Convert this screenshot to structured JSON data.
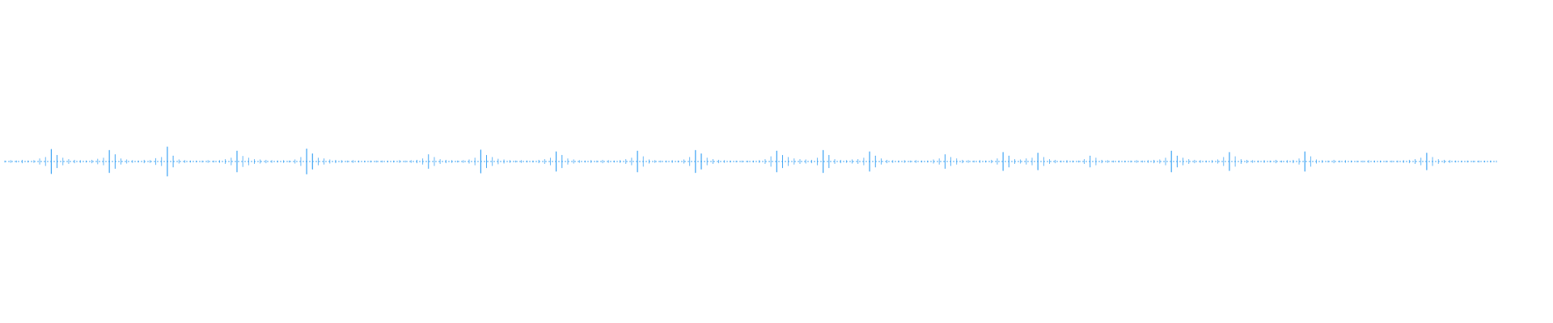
{
  "waveform": {
    "color": "#2196f3",
    "amplitude_series": [
      0.02,
      0.03,
      0.02,
      0.04,
      0.02,
      0.03,
      0.08,
      0.12,
      0.35,
      0.18,
      0.1,
      0.06,
      0.04,
      0.03,
      0.02,
      0.04,
      0.07,
      0.1,
      0.32,
      0.2,
      0.08,
      0.05,
      0.03,
      0.02,
      0.04,
      0.03,
      0.09,
      0.12,
      0.42,
      0.16,
      0.05,
      0.03,
      0.02,
      0.01,
      0.02,
      0.03,
      0.02,
      0.03,
      0.06,
      0.1,
      0.3,
      0.15,
      0.1,
      0.06,
      0.05,
      0.04,
      0.03,
      0.02,
      0.03,
      0.02,
      0.05,
      0.12,
      0.36,
      0.22,
      0.1,
      0.08,
      0.05,
      0.04,
      0.03,
      0.02,
      0.03,
      0.02,
      0.01,
      0.02,
      0.02,
      0.02,
      0.01,
      0.02,
      0.03,
      0.02,
      0.03,
      0.04,
      0.08,
      0.2,
      0.12,
      0.06,
      0.04,
      0.03,
      0.02,
      0.03,
      0.05,
      0.1,
      0.33,
      0.18,
      0.12,
      0.07,
      0.05,
      0.03,
      0.02,
      0.03,
      0.02,
      0.02,
      0.04,
      0.06,
      0.1,
      0.28,
      0.18,
      0.08,
      0.05,
      0.03,
      0.02,
      0.03,
      0.02,
      0.04,
      0.03,
      0.02,
      0.03,
      0.06,
      0.1,
      0.3,
      0.14,
      0.05,
      0.03,
      0.02,
      0.02,
      0.03,
      0.02,
      0.05,
      0.12,
      0.32,
      0.22,
      0.1,
      0.06,
      0.04,
      0.03,
      0.02,
      0.01,
      0.02,
      0.01,
      0.02,
      0.03,
      0.06,
      0.14,
      0.3,
      0.18,
      0.12,
      0.08,
      0.06,
      0.05,
      0.04,
      0.1,
      0.32,
      0.18,
      0.06,
      0.04,
      0.03,
      0.05,
      0.06,
      0.1,
      0.28,
      0.16,
      0.08,
      0.04,
      0.03,
      0.02,
      0.03,
      0.02,
      0.03,
      0.02,
      0.02,
      0.05,
      0.08,
      0.2,
      0.12,
      0.08,
      0.04,
      0.03,
      0.02,
      0.03,
      0.02,
      0.04,
      0.08,
      0.26,
      0.16,
      0.06,
      0.05,
      0.08,
      0.1,
      0.24,
      0.12,
      0.06,
      0.04,
      0.02,
      0.03,
      0.02,
      0.02,
      0.06,
      0.16,
      0.1,
      0.04,
      0.03,
      0.02,
      0.02,
      0.01,
      0.02,
      0.03,
      0.02,
      0.03,
      0.04,
      0.05,
      0.1,
      0.3,
      0.16,
      0.1,
      0.06,
      0.04,
      0.03,
      0.02,
      0.03,
      0.05,
      0.12,
      0.26,
      0.14,
      0.06,
      0.04,
      0.03,
      0.02,
      0.03,
      0.02,
      0.04,
      0.02,
      0.03,
      0.04,
      0.08,
      0.28,
      0.14,
      0.05,
      0.03,
      0.02,
      0.04,
      0.02,
      0.03,
      0.02,
      0.01,
      0.02,
      0.03,
      0.02,
      0.02,
      0.01,
      0.02,
      0.02,
      0.03,
      0.04,
      0.06,
      0.1,
      0.24,
      0.12,
      0.06,
      0.04,
      0.03,
      0.02,
      0.01,
      0.02,
      0.01,
      0.02,
      0.01,
      0.02,
      0.02
    ]
  }
}
